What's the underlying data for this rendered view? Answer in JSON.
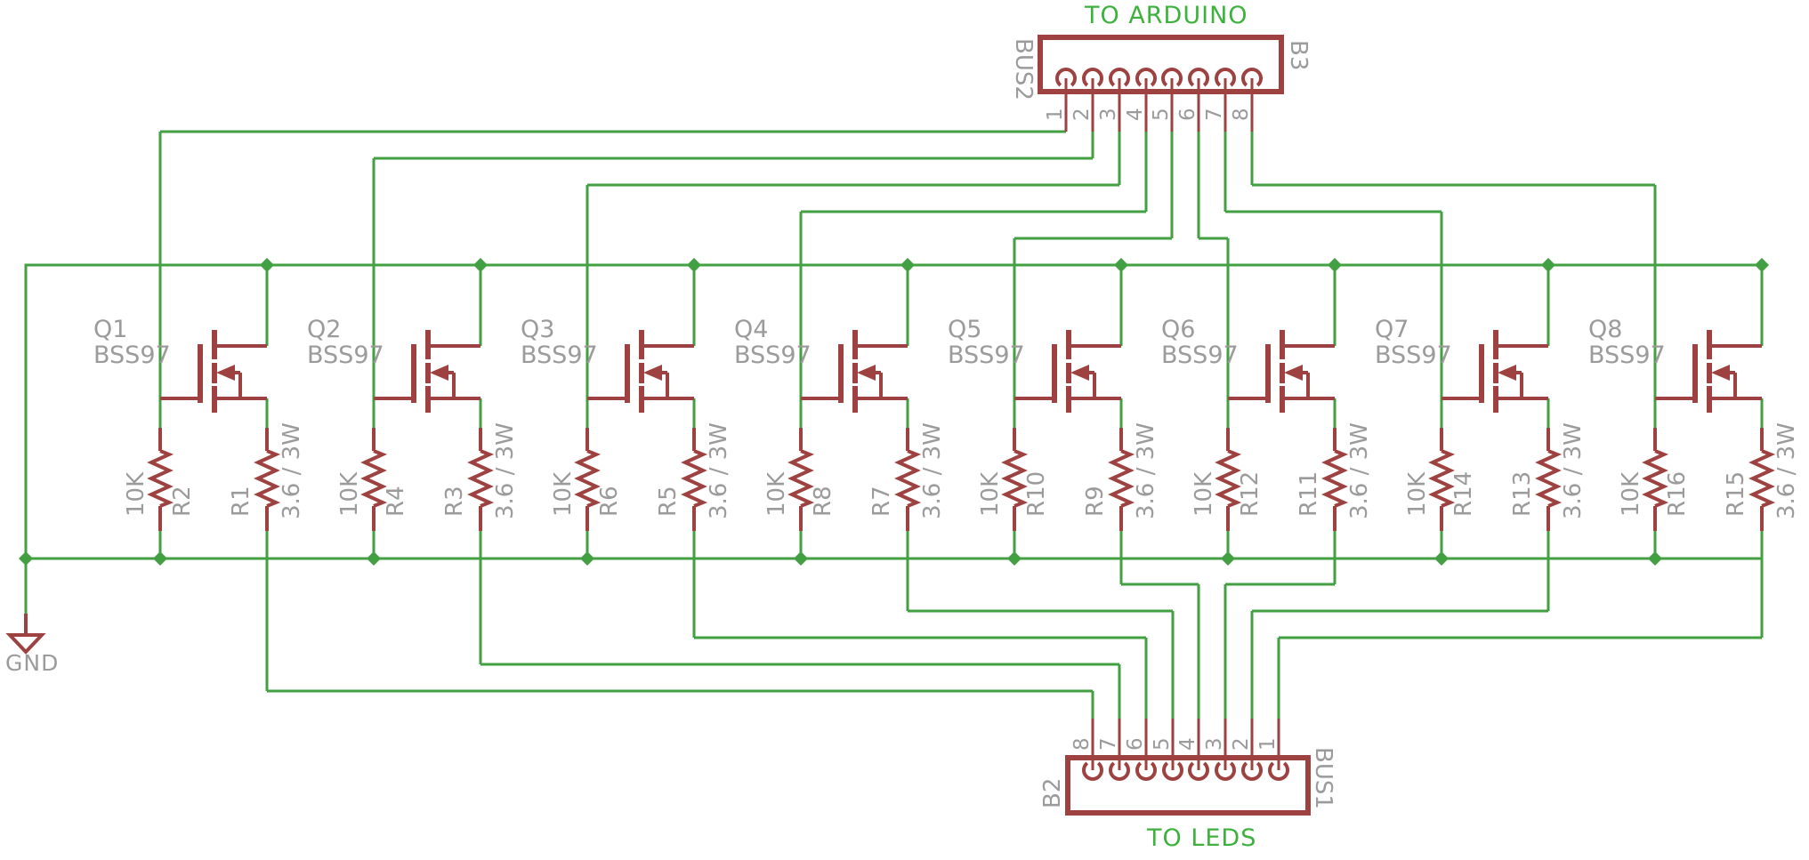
{
  "colors": {
    "wire": "#42A042",
    "component": "#9D4240",
    "label": "#9B9B9B",
    "title": "#3CB23C",
    "background": "#FFFFFF"
  },
  "ground": {
    "label": "GND"
  },
  "connectors": {
    "top": {
      "title": "TO ARDUINO",
      "bus_label": "BUS2",
      "designator": "B3",
      "pins": [
        "1",
        "2",
        "3",
        "4",
        "5",
        "6",
        "7",
        "8"
      ]
    },
    "bottom": {
      "title": "TO LEDS",
      "designator": "B2",
      "bus_label": "BUS1",
      "pins": [
        "8",
        "7",
        "6",
        "5",
        "4",
        "3",
        "2",
        "1"
      ]
    }
  },
  "transistors": [
    {
      "name": "Q1",
      "part": "BSS97",
      "pulldown": {
        "name": "R2",
        "value": "10K"
      },
      "series": {
        "name": "R1",
        "value": "3.6 / 3W"
      }
    },
    {
      "name": "Q2",
      "part": "BSS97",
      "pulldown": {
        "name": "R4",
        "value": "10K"
      },
      "series": {
        "name": "R3",
        "value": "3.6 / 3W"
      }
    },
    {
      "name": "Q3",
      "part": "BSS97",
      "pulldown": {
        "name": "R6",
        "value": "10K"
      },
      "series": {
        "name": "R5",
        "value": "3.6 / 3W"
      }
    },
    {
      "name": "Q4",
      "part": "BSS97",
      "pulldown": {
        "name": "R8",
        "value": "10K"
      },
      "series": {
        "name": "R7",
        "value": "3.6 / 3W"
      }
    },
    {
      "name": "Q5",
      "part": "BSS97",
      "pulldown": {
        "name": "R10",
        "value": "10K"
      },
      "series": {
        "name": "R9",
        "value": "3.6 / 3W"
      }
    },
    {
      "name": "Q6",
      "part": "BSS97",
      "pulldown": {
        "name": "R12",
        "value": "10K"
      },
      "series": {
        "name": "R11",
        "value": "3.6 / 3W"
      }
    },
    {
      "name": "Q7",
      "part": "BSS97",
      "pulldown": {
        "name": "R14",
        "value": "10K"
      },
      "series": {
        "name": "R13",
        "value": "3.6 / 3W"
      }
    },
    {
      "name": "Q8",
      "part": "BSS97",
      "pulldown": {
        "name": "R16",
        "value": "10K"
      },
      "series": {
        "name": "R15",
        "value": "3.6 / 3W"
      }
    }
  ]
}
